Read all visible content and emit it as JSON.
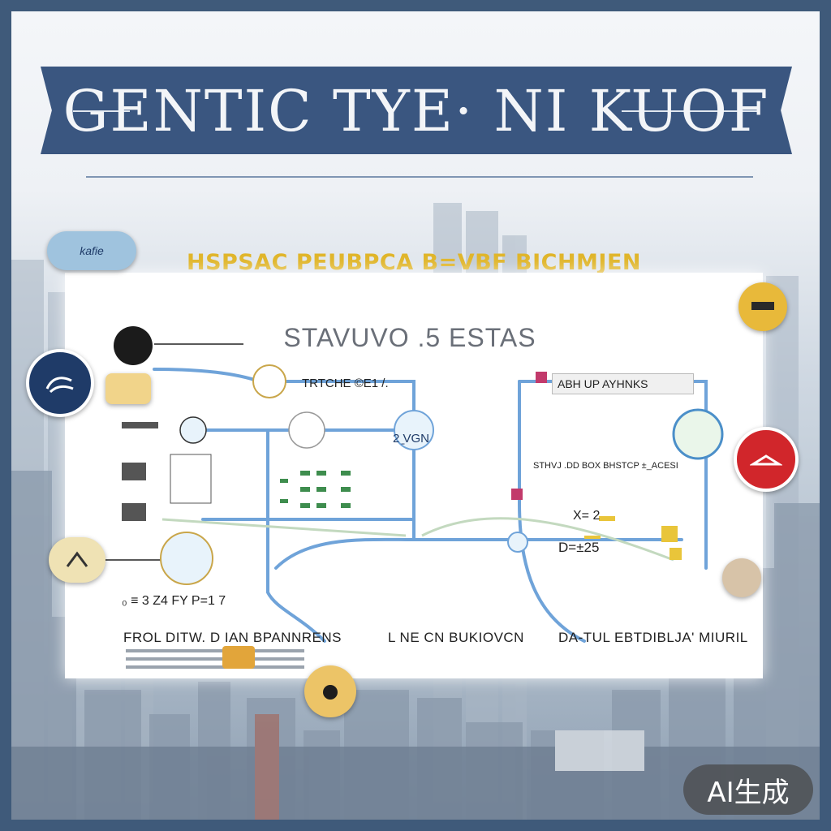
{
  "header": {
    "title": "GENTIC TYE· NI KUOF"
  },
  "subtitle": "HSPSAC PEUBPCA B=VBF BICHMJEN",
  "map": {
    "title": "STAVUVO .5 ESTAS",
    "node_labels": {
      "top_route": "TRTCHE ©E1 /.",
      "station_a": "2 ̱VGN",
      "right_box": "ABH UP AYHNKS",
      "right_info": "STHVJ .DD BOX BHSTCP ±_ACESI",
      "right_mid": "X= 2",
      "right_junction": "D=±25",
      "left_bottom": "₀ ≡ 3   Z4 FY P=1 7"
    },
    "captions": [
      "FROL DITW. D IAN BPANNRENS",
      "L NE CN BUKIOVCN",
      "DA-TUL EBTDIBLJA' MIURIL"
    ]
  },
  "badges": {
    "top_left_cloud": "kafie"
  },
  "watermark": "AI生成",
  "colors": {
    "banner": "#3a5680",
    "accent_gold": "#e0b529",
    "route_blue": "#6fa3d9",
    "badge_red": "#d1262b"
  }
}
